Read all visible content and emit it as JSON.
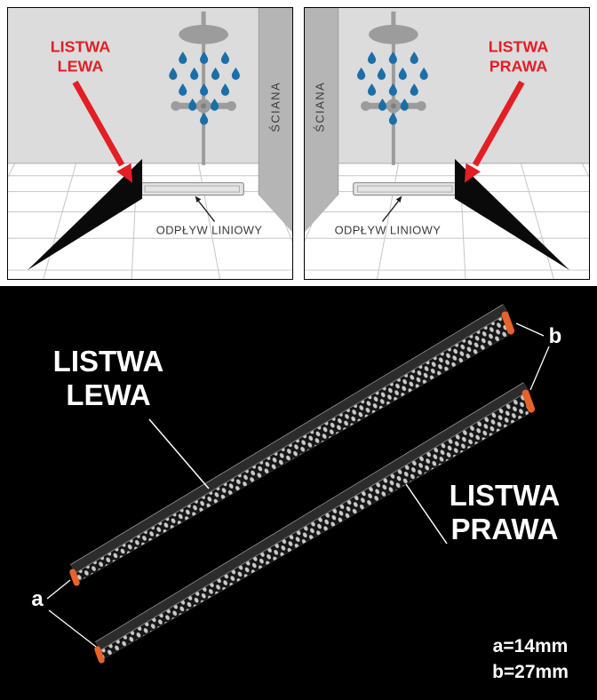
{
  "top_panels": {
    "left": {
      "strip_label_line1": "LISTWA",
      "strip_label_line2": "LEWA",
      "wall_label": "ŚCIANA",
      "drain_label": "ODPŁYW LINIOWY"
    },
    "right": {
      "strip_label_line1": "LISTWA",
      "strip_label_line2": "PRAWA",
      "wall_label": "ŚCIANA",
      "drain_label": "ODPŁYW LINIOWY"
    }
  },
  "bottom_section": {
    "left_strip_label_line1": "LISTWA",
    "left_strip_label_line2": "LEWA",
    "right_strip_label_line1": "LISTWA",
    "right_strip_label_line2": "PRAWA",
    "dim_a_letter": "a",
    "dim_b_letter": "b",
    "dim_a_value": "a=14mm",
    "dim_b_value": "b=27mm"
  },
  "colors": {
    "accent_red": "#e31e24",
    "drop_blue": "#1b6fa8",
    "cap_orange": "#e8622c"
  }
}
